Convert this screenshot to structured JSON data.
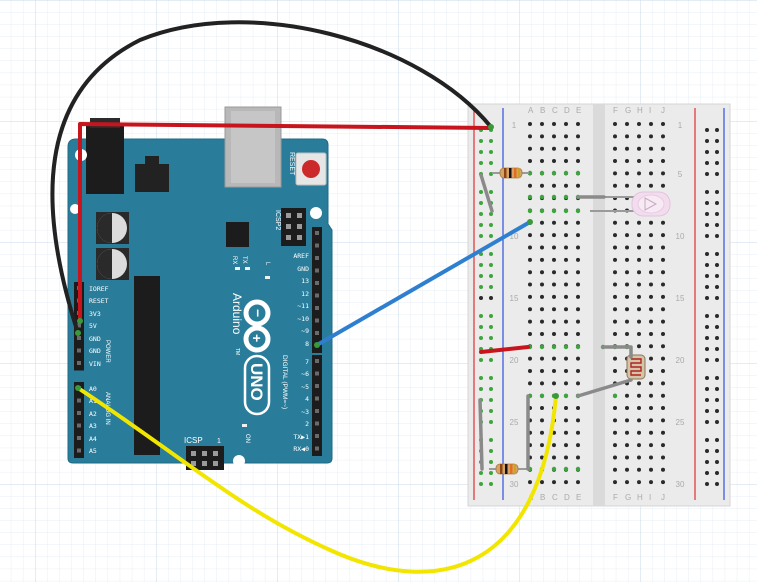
{
  "arduino": {
    "brand": "Arduino",
    "model": "UNO",
    "tm": "TM",
    "reset_label": "RESET",
    "icsp2_label": "ICSP2",
    "icsp_label": "ICSP",
    "icsp_num": "1",
    "on_label": "ON",
    "tx_label": "TX",
    "rx_label": "RX",
    "l_label": "L",
    "digital_label": "DIGITAL (PWM=~)",
    "power_label": "POWER",
    "analog_label": "ANALOG IN",
    "power_pins": [
      "IOREF",
      "RESET",
      "3V3",
      "5V",
      "GND",
      "GND",
      "VIN"
    ],
    "analog_pins": [
      "A0",
      "A1",
      "A2",
      "A3",
      "A4",
      "A5"
    ],
    "digital_top": [
      "AREF",
      "GND",
      "13",
      "12",
      "~11",
      "~10",
      "~9",
      "8"
    ],
    "digital_bottom": [
      "7",
      "~6",
      "~5",
      "4",
      "~3",
      "2",
      "TX▶1",
      "RX◀0"
    ]
  },
  "breadboard": {
    "col_left": [
      "A",
      "B",
      "C",
      "D",
      "E"
    ],
    "col_right": [
      "F",
      "G",
      "H",
      "I",
      "J"
    ],
    "row_numbers": [
      "1",
      "5",
      "10",
      "15",
      "20",
      "25",
      "30"
    ]
  },
  "colors": {
    "board": "#2a7d9a",
    "wire_black": "#222222",
    "wire_red": "#c8141c",
    "wire_blue": "#2f7fd0",
    "wire_yellow": "#f2e600",
    "wire_gray": "#8a8a8a",
    "breadboard": "#ececec",
    "rail_red": "#e03030",
    "rail_blue": "#3050e0",
    "hole_green": "#3ca63c"
  }
}
